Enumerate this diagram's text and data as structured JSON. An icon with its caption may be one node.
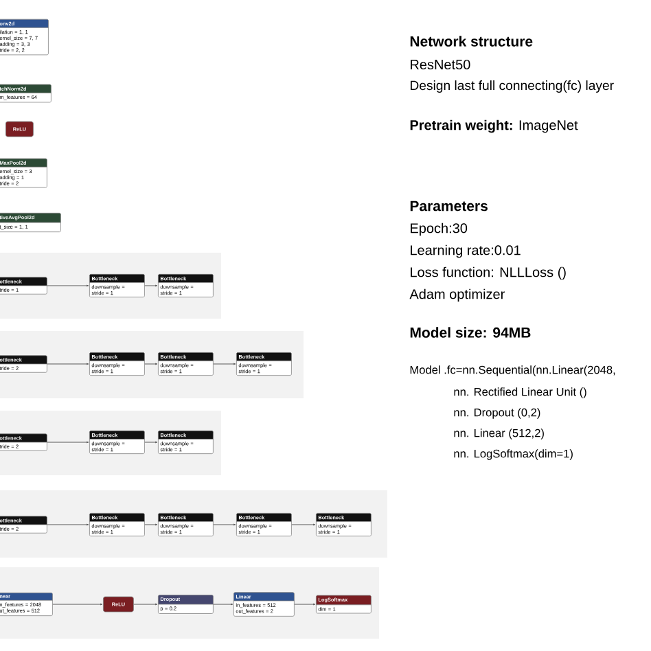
{
  "diagram": {
    "nodes": [
      {
        "text": [
          "onv2d",
          "ilation = 1, 1",
          "ernel_size = 7, 7",
          "adding = 3, 3",
          "tride = 2, 2"
        ]
      },
      {
        "text": [
          "tchNorm2d",
          "m_features = 64"
        ]
      },
      {
        "text": [
          "ReLU"
        ]
      },
      {
        "text": [
          "MaxPool2d",
          "ernel_size = 3",
          "adding = 1",
          "tride = 2"
        ]
      },
      {
        "text": [
          "tiveAvgPool2d",
          "t_size = 1, 1"
        ]
      },
      {
        "text": [
          "ottleneck",
          "tride = 1"
        ]
      },
      {
        "text": [
          "Bottleneck",
          "downsample =",
          "stride = 1"
        ]
      },
      {
        "text": [
          "Bottleneck",
          "downsample =",
          "stride = 1"
        ]
      },
      {
        "text": [
          "ottleneck",
          "tride = 2"
        ]
      },
      {
        "text": [
          "Bottleneck",
          "downsample =",
          "stride = 1"
        ]
      },
      {
        "text": [
          "Bottleneck",
          "downsample =",
          "stride = 1"
        ]
      },
      {
        "text": [
          "Bottleneck",
          "downsample =",
          "stride = 1"
        ]
      },
      {
        "text": [
          "ottleneck",
          "tride = 2"
        ]
      },
      {
        "text": [
          "Bottleneck",
          "downsample =",
          "stride = 1"
        ]
      },
      {
        "text": [
          "Bottleneck",
          "downsample =",
          "stride = 1"
        ]
      },
      {
        "text": [
          "ottleneck",
          "tride = 2"
        ]
      },
      {
        "text": [
          "Bottleneck",
          "downsample =",
          "stride = 1"
        ]
      },
      {
        "text": [
          "Bottleneck",
          "downsample =",
          "stride = 1"
        ]
      },
      {
        "text": [
          "Bottleneck",
          "downsample =",
          "stride = 1"
        ]
      },
      {
        "text": [
          "Bottleneck",
          "downsample =",
          "stride = 1"
        ]
      },
      {
        "text": [
          "near",
          "n_features = 2048",
          "ut_features = 512"
        ]
      },
      {
        "text": [
          "ReLU"
        ]
      },
      {
        "text": [
          "Dropout",
          "p = 0.2"
        ]
      },
      {
        "text": [
          "Linear",
          "in_features = 512",
          "out_features = 2"
        ]
      },
      {
        "text": [
          "LogSoftmax",
          "dim = 1"
        ]
      }
    ],
    "edges": [
      {
        "from": 5,
        "to": 6,
        "arrow": "to"
      },
      {
        "from": 6,
        "to": 7,
        "arrow": "to"
      },
      {
        "from": 8,
        "to": 9,
        "arrow": "to"
      },
      {
        "from": 9,
        "to": 10,
        "arrow": "to"
      },
      {
        "from": 10,
        "to": 11,
        "arrow": "to"
      },
      {
        "from": 12,
        "to": 13,
        "arrow": "to"
      },
      {
        "from": 13,
        "to": 14,
        "arrow": "to"
      },
      {
        "from": 15,
        "to": 16,
        "arrow": "to"
      },
      {
        "from": 16,
        "to": 17,
        "arrow": "to"
      },
      {
        "from": 17,
        "to": 18,
        "arrow": "to"
      },
      {
        "from": 18,
        "to": 19,
        "arrow": "to"
      },
      {
        "from": 20,
        "to": 21,
        "arrow": "to"
      },
      {
        "from": 21,
        "to": 22,
        "arrow": "to"
      },
      {
        "from": 22,
        "to": 23,
        "arrow": "to"
      },
      {
        "from": 23,
        "to": 24,
        "arrow": "to"
      }
    ],
    "labels": [
      "Network structure",
      "ResNet50",
      "Design last full connecting(fc) layer",
      "**Pretrain weight:** ImageNet",
      "Parameters",
      "Epoch:30",
      "Learning rate:0.01",
      "Loss function: NLLLoss ()",
      "Adam optimizer",
      "Model size: 94MB",
      "Model .fc=nn.Sequential(nn.Linear(2048,",
      "nn. Rectified Linear Unit ()",
      "nn. Dropout (0,2)",
      "nn. Linear (512,2)",
      "nn. LogSoftmax(dim=1)"
    ]
  }
}
